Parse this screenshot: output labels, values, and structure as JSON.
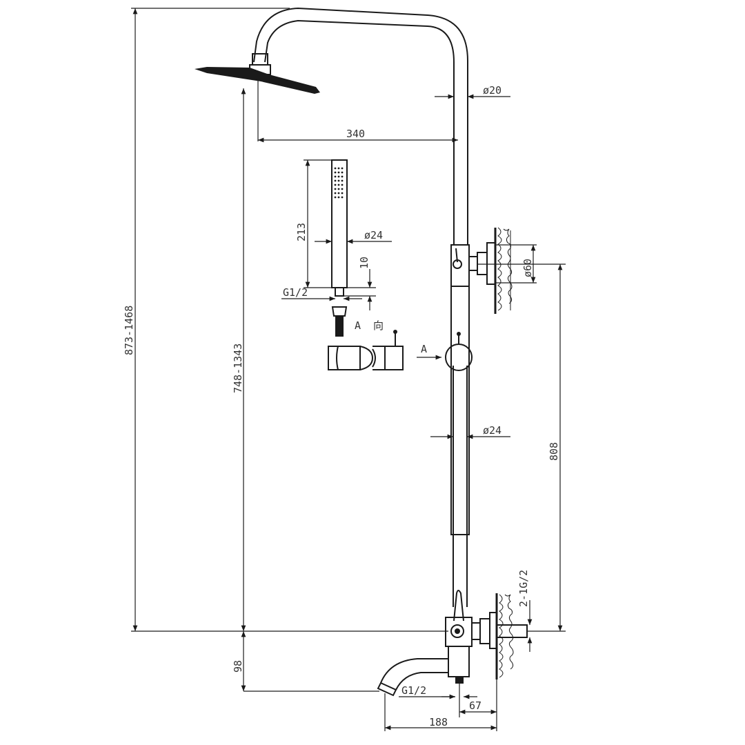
{
  "drawing": {
    "labels": {
      "total_height": "873-1468",
      "slide_height": "748-1343",
      "spout_drop": "98",
      "arm_reach": "340",
      "hand_shower_length": "213",
      "hand_shower_dia": "ø24",
      "hand_shower_neck": "10",
      "hand_shower_thread": "G1/2",
      "view_letter": "A",
      "view_dir": "向",
      "view_arrow": "A",
      "top_pipe_dia": "ø20",
      "bracket_dia": "ø60",
      "rail_dia": "ø24",
      "rail_center": "808",
      "inlet_thread": "2-1G/2",
      "spout_thread": "G1/2",
      "spout_offset": "67",
      "spout_reach": "188"
    }
  }
}
